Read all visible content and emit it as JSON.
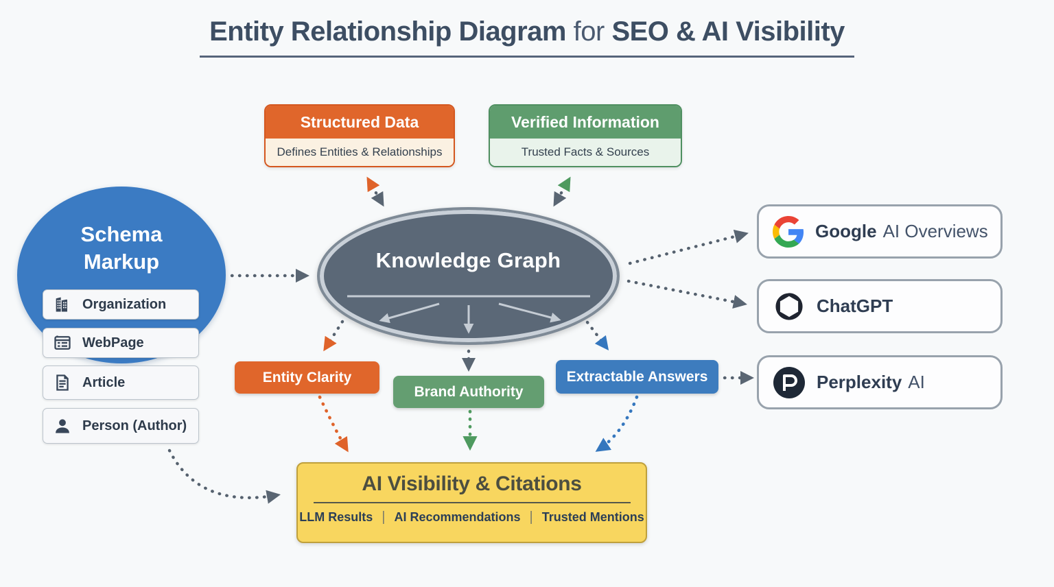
{
  "title": {
    "part1": "Entity Relationship Diagram",
    "part2": "for",
    "part3": "SEO & AI Visibility"
  },
  "sources": {
    "structured_data": {
      "title": "Structured Data",
      "subtitle": "Defines Entities & Relationships"
    },
    "verified_information": {
      "title": "Verified Information",
      "subtitle": "Trusted Facts & Sources"
    }
  },
  "schema_markup": {
    "title_line1": "Schema",
    "title_line2": "Markup",
    "items": [
      {
        "label": "Organization",
        "icon": "building-icon"
      },
      {
        "label": "WebPage",
        "icon": "webpage-icon"
      },
      {
        "label": "Article",
        "icon": "article-icon"
      },
      {
        "label": "Person (Author)",
        "icon": "person-icon"
      }
    ]
  },
  "knowledge_graph": {
    "title": "Knowledge Graph"
  },
  "signals": {
    "entity_clarity": {
      "label": "Entity Clarity"
    },
    "brand_authority": {
      "label": "Brand Authority"
    },
    "extractable_answers": {
      "label": "Extractable Answers"
    }
  },
  "platforms": [
    {
      "name_bold": "Google",
      "name_rest": "AI Overviews",
      "icon": "google-logo"
    },
    {
      "name_bold": "ChatGPT",
      "name_rest": "",
      "icon": "openai-logo"
    },
    {
      "name_bold": "Perplexity",
      "name_rest": "AI",
      "icon": "perplexity-logo"
    }
  ],
  "outcome": {
    "title": "AI Visibility & Citations",
    "items": [
      "LLM Results",
      "AI Recommendations",
      "Trusted Mentions"
    ],
    "separator": "|"
  },
  "colors": {
    "orange": "#e0662b",
    "green": "#5f9d6e",
    "blue_circle": "#3b7bc3",
    "blue_chip": "#3d7cbe",
    "slate_ellipse": "#5b6877",
    "yellow": "#f8d65f",
    "arrow_gray": "#55616e",
    "title_text": "#3d4e63"
  }
}
